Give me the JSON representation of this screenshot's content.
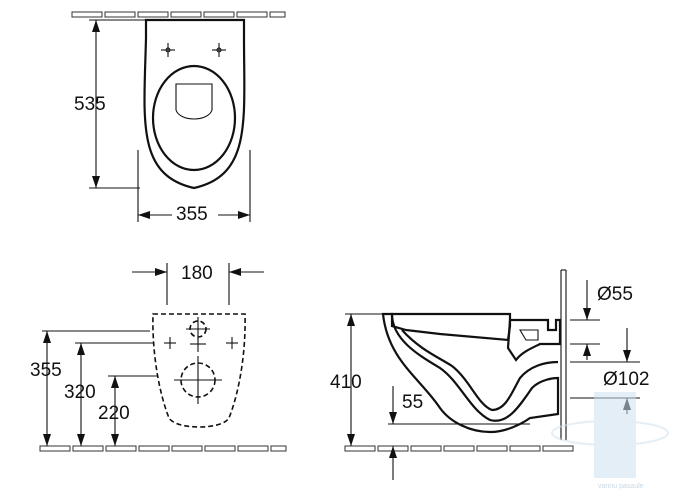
{
  "top_view": {
    "depth_label": "535",
    "width_label": "355"
  },
  "front_view": {
    "spacing_label": "180",
    "height_total_label": "355",
    "height_mid_label": "320",
    "height_low_label": "220"
  },
  "side_view": {
    "height_label": "410",
    "outlet_height_label": "55",
    "inlet_diameter_label": "Ø55",
    "outlet_diameter_label": "Ø102"
  },
  "watermark": {
    "text": "vannu pasaule",
    "color": "#b8d4ea"
  }
}
